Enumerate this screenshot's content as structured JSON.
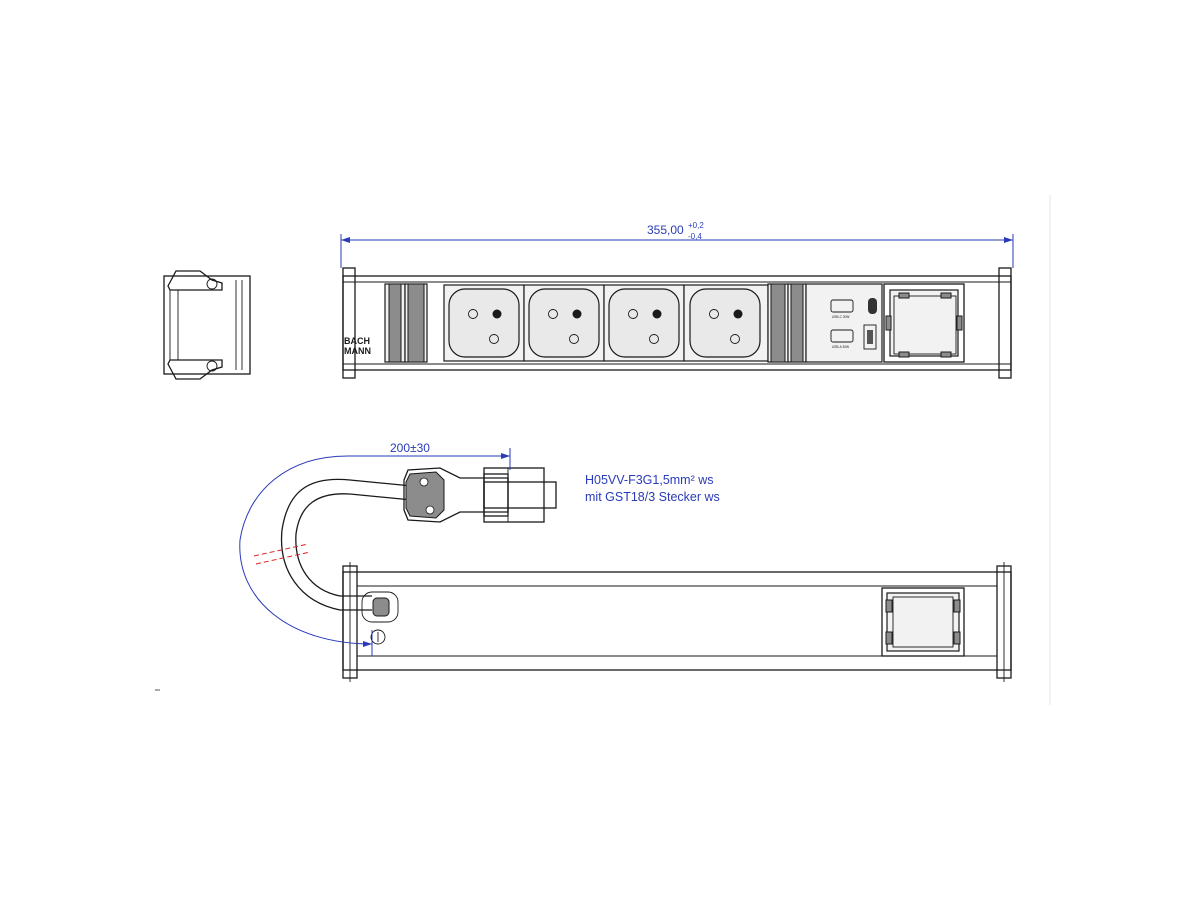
{
  "dimensions": {
    "overall_length": "355,00",
    "overall_tol_upper": "+0,2",
    "overall_tol_lower": "-0,4",
    "cable_length": "200±30"
  },
  "cable_note": {
    "line1": "H05VV-F3G1,5mm² ws",
    "line2": "mit GST18/3  Stecker ws"
  },
  "brand": {
    "logo_line1": "BACH",
    "logo_line2": "MANN"
  },
  "sockets": {
    "count": 4,
    "standard": "FR/BE earthing pin"
  },
  "usb_labels": {
    "usb_c": "USB-C 30W",
    "usb_a": "USB-A 30W"
  },
  "colors": {
    "line": "#1a1a1a",
    "dimension": "#2a3bb8",
    "cut_mark": "#e02020"
  }
}
